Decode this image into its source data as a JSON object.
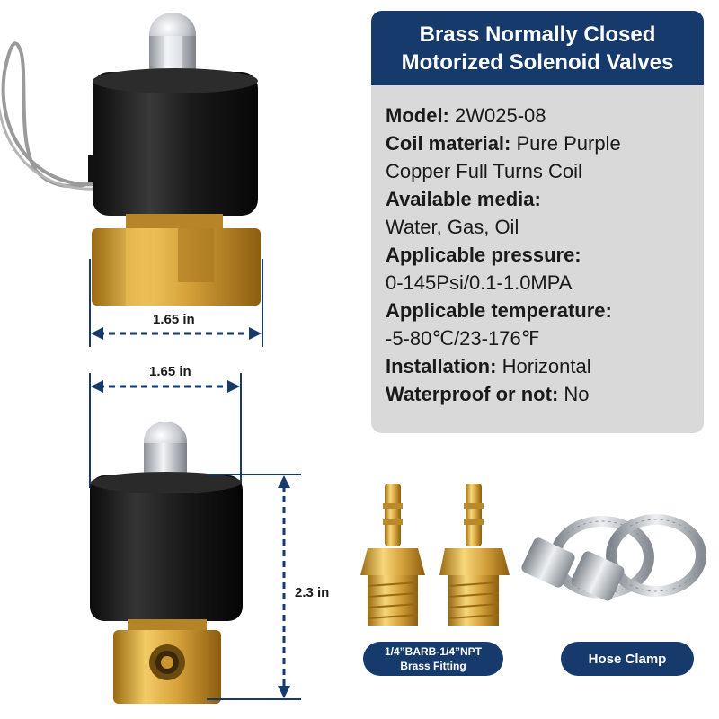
{
  "spec": {
    "title_line1": "Brass Normally Closed",
    "title_line2": "Motorized Solenoid Valves",
    "rows": [
      {
        "label": "Model:",
        "value": "2W025-08"
      },
      {
        "label": "Coil material:",
        "value": "Pure Purple"
      },
      {
        "label": "",
        "value": "Copper Full Turns Coil"
      },
      {
        "label": "Available media:",
        "value": ""
      },
      {
        "label": "",
        "value": "Water, Gas, Oil"
      },
      {
        "label": "Applicable pressure:",
        "value": ""
      },
      {
        "label": "",
        "value": "0-145Psi/0.1-1.0MPA"
      },
      {
        "label": "Applicable temperature:",
        "value": ""
      },
      {
        "label": "",
        "value": "-5-80℃/23-176℉"
      },
      {
        "label": "Installation:",
        "value": "Horizontal"
      },
      {
        "label": "Waterproof or not:",
        "value": "No"
      }
    ]
  },
  "dimensions": {
    "top_width": "1.65 in",
    "front_width": "1.65 in",
    "front_height": "2.3 in"
  },
  "accessories": {
    "fitting_line1": "1/4”BARB-1/4”NPT",
    "fitting_line2": "Brass Fitting",
    "clamp_label": "Hose Clamp"
  },
  "colors": {
    "navy": "#163a6b",
    "card_grey": "#d9d9d9",
    "brass": "#d4a23a",
    "coil_black": "#1b1b1b"
  }
}
